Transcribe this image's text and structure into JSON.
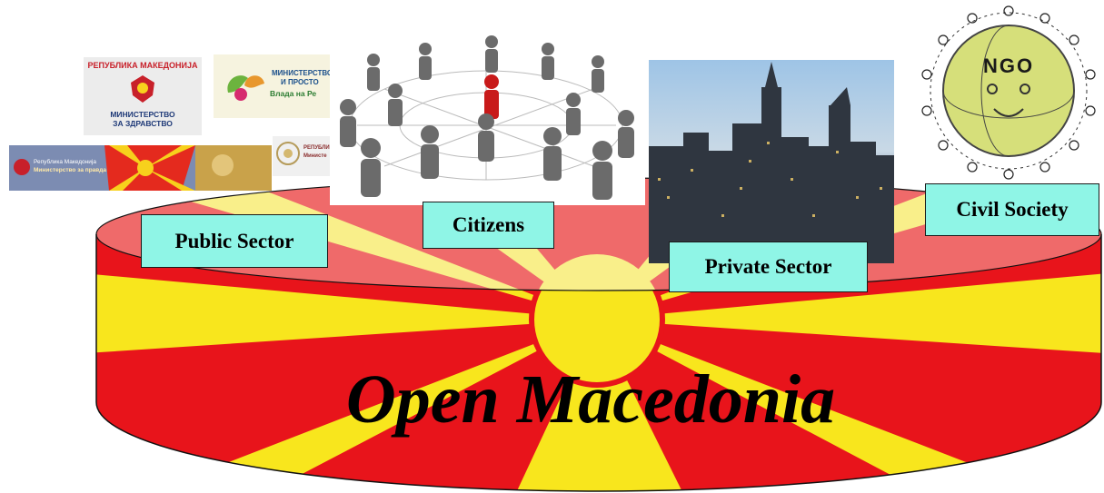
{
  "title": "Open Macedonia",
  "sectors": {
    "public": "Public Sector",
    "citizens": "Citizens",
    "private": "Private Sector",
    "civil": "Civil Society"
  },
  "logos": {
    "health_republic": "РЕПУБЛИКА МАКЕДОНИЈА",
    "health_ministry_1": "МИНИСТЕРСТВО",
    "health_ministry_2": "ЗА ЗДРАВСТВО",
    "env_ministry_1": "МИНИСТЕРСТВО",
    "env_ministry_2": "И ПРОСТО",
    "env_gov": "Влада на Ре",
    "justice_republic": "Република Македонија",
    "justice_ministry": "Министерство за правда",
    "small_republic": "РЕПУБЛИ",
    "small_ministry": "Министе",
    "ngo": "NGO"
  },
  "colors": {
    "flag_red": "#e8141b",
    "flag_yellow": "#f8e61d",
    "label_fill": "#8ff5e6"
  }
}
